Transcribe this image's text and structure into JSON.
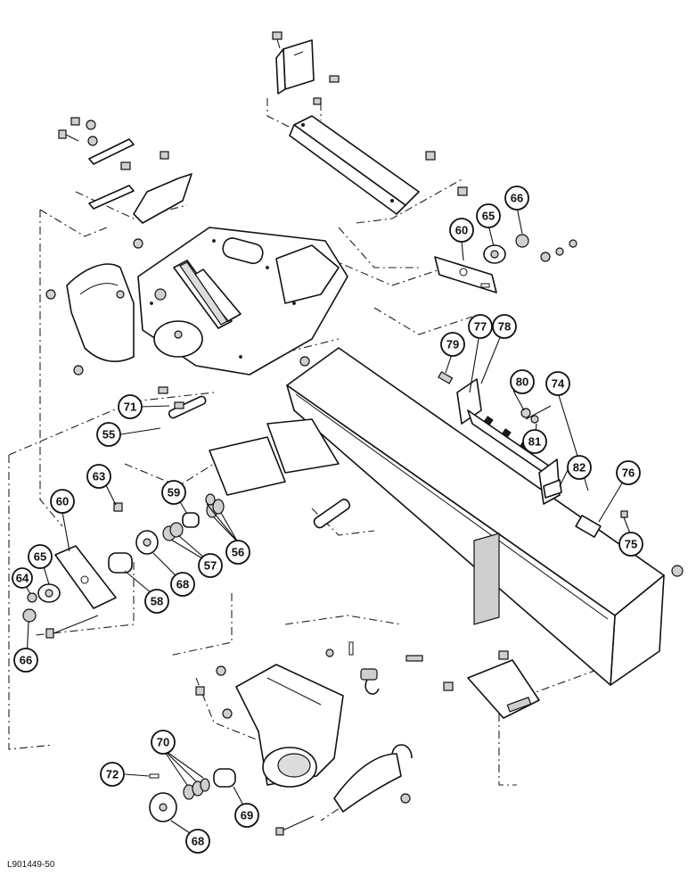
{
  "figure_ref": "L901449-50",
  "callouts": [
    {
      "id": "c66a",
      "label": "66"
    },
    {
      "id": "c65a",
      "label": "65"
    },
    {
      "id": "c60a",
      "label": "60"
    },
    {
      "id": "c77",
      "label": "77"
    },
    {
      "id": "c78",
      "label": "78"
    },
    {
      "id": "c79",
      "label": "79"
    },
    {
      "id": "c80",
      "label": "80"
    },
    {
      "id": "c74",
      "label": "74"
    },
    {
      "id": "c81",
      "label": "81"
    },
    {
      "id": "c71",
      "label": "71"
    },
    {
      "id": "c55",
      "label": "55"
    },
    {
      "id": "c82",
      "label": "82"
    },
    {
      "id": "c76",
      "label": "76"
    },
    {
      "id": "c75",
      "label": "75"
    },
    {
      "id": "c63",
      "label": "63"
    },
    {
      "id": "c60b",
      "label": "60"
    },
    {
      "id": "c59",
      "label": "59"
    },
    {
      "id": "c56",
      "label": "56"
    },
    {
      "id": "c57",
      "label": "57"
    },
    {
      "id": "c65b",
      "label": "65"
    },
    {
      "id": "c64",
      "label": "64"
    },
    {
      "id": "c58",
      "label": "58"
    },
    {
      "id": "c68a",
      "label": "68"
    },
    {
      "id": "c66b",
      "label": "66"
    },
    {
      "id": "c70",
      "label": "70"
    },
    {
      "id": "c72",
      "label": "72"
    },
    {
      "id": "c69",
      "label": "69"
    },
    {
      "id": "c68b",
      "label": "68"
    }
  ]
}
